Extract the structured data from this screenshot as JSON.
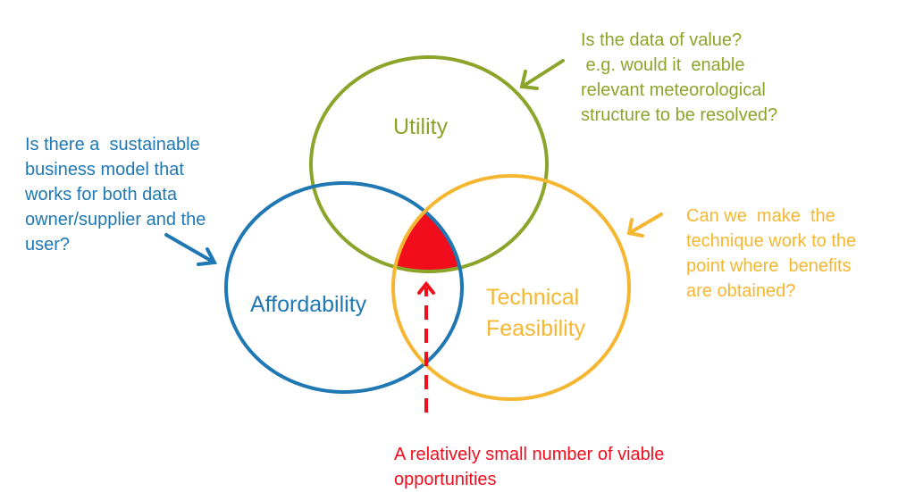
{
  "colors": {
    "affordability": "#1f78b4",
    "utility": "#8ba52b",
    "feasibility": "#f5b731",
    "highlight": "#f20d1c"
  },
  "circles": {
    "utility": "Utility",
    "affordability": "Affordability",
    "feasibility_line1": "Technical",
    "feasibility_line2": "Feasibility"
  },
  "annotations": {
    "affordability": [
      "Is there a  sustainable",
      "business model that",
      "works for both data",
      "owner/supplier and the",
      "user?"
    ],
    "utility": [
      "Is the data of value?",
      " e.g. would it  enable",
      "relevant meteorological",
      "structure to be resolved?"
    ],
    "feasibility": [
      "Can we  make  the",
      "technique work to the",
      "point where  benefits",
      "are obtained?"
    ],
    "intersection": [
      "A relatively small number of viable",
      "opportunities"
    ]
  }
}
